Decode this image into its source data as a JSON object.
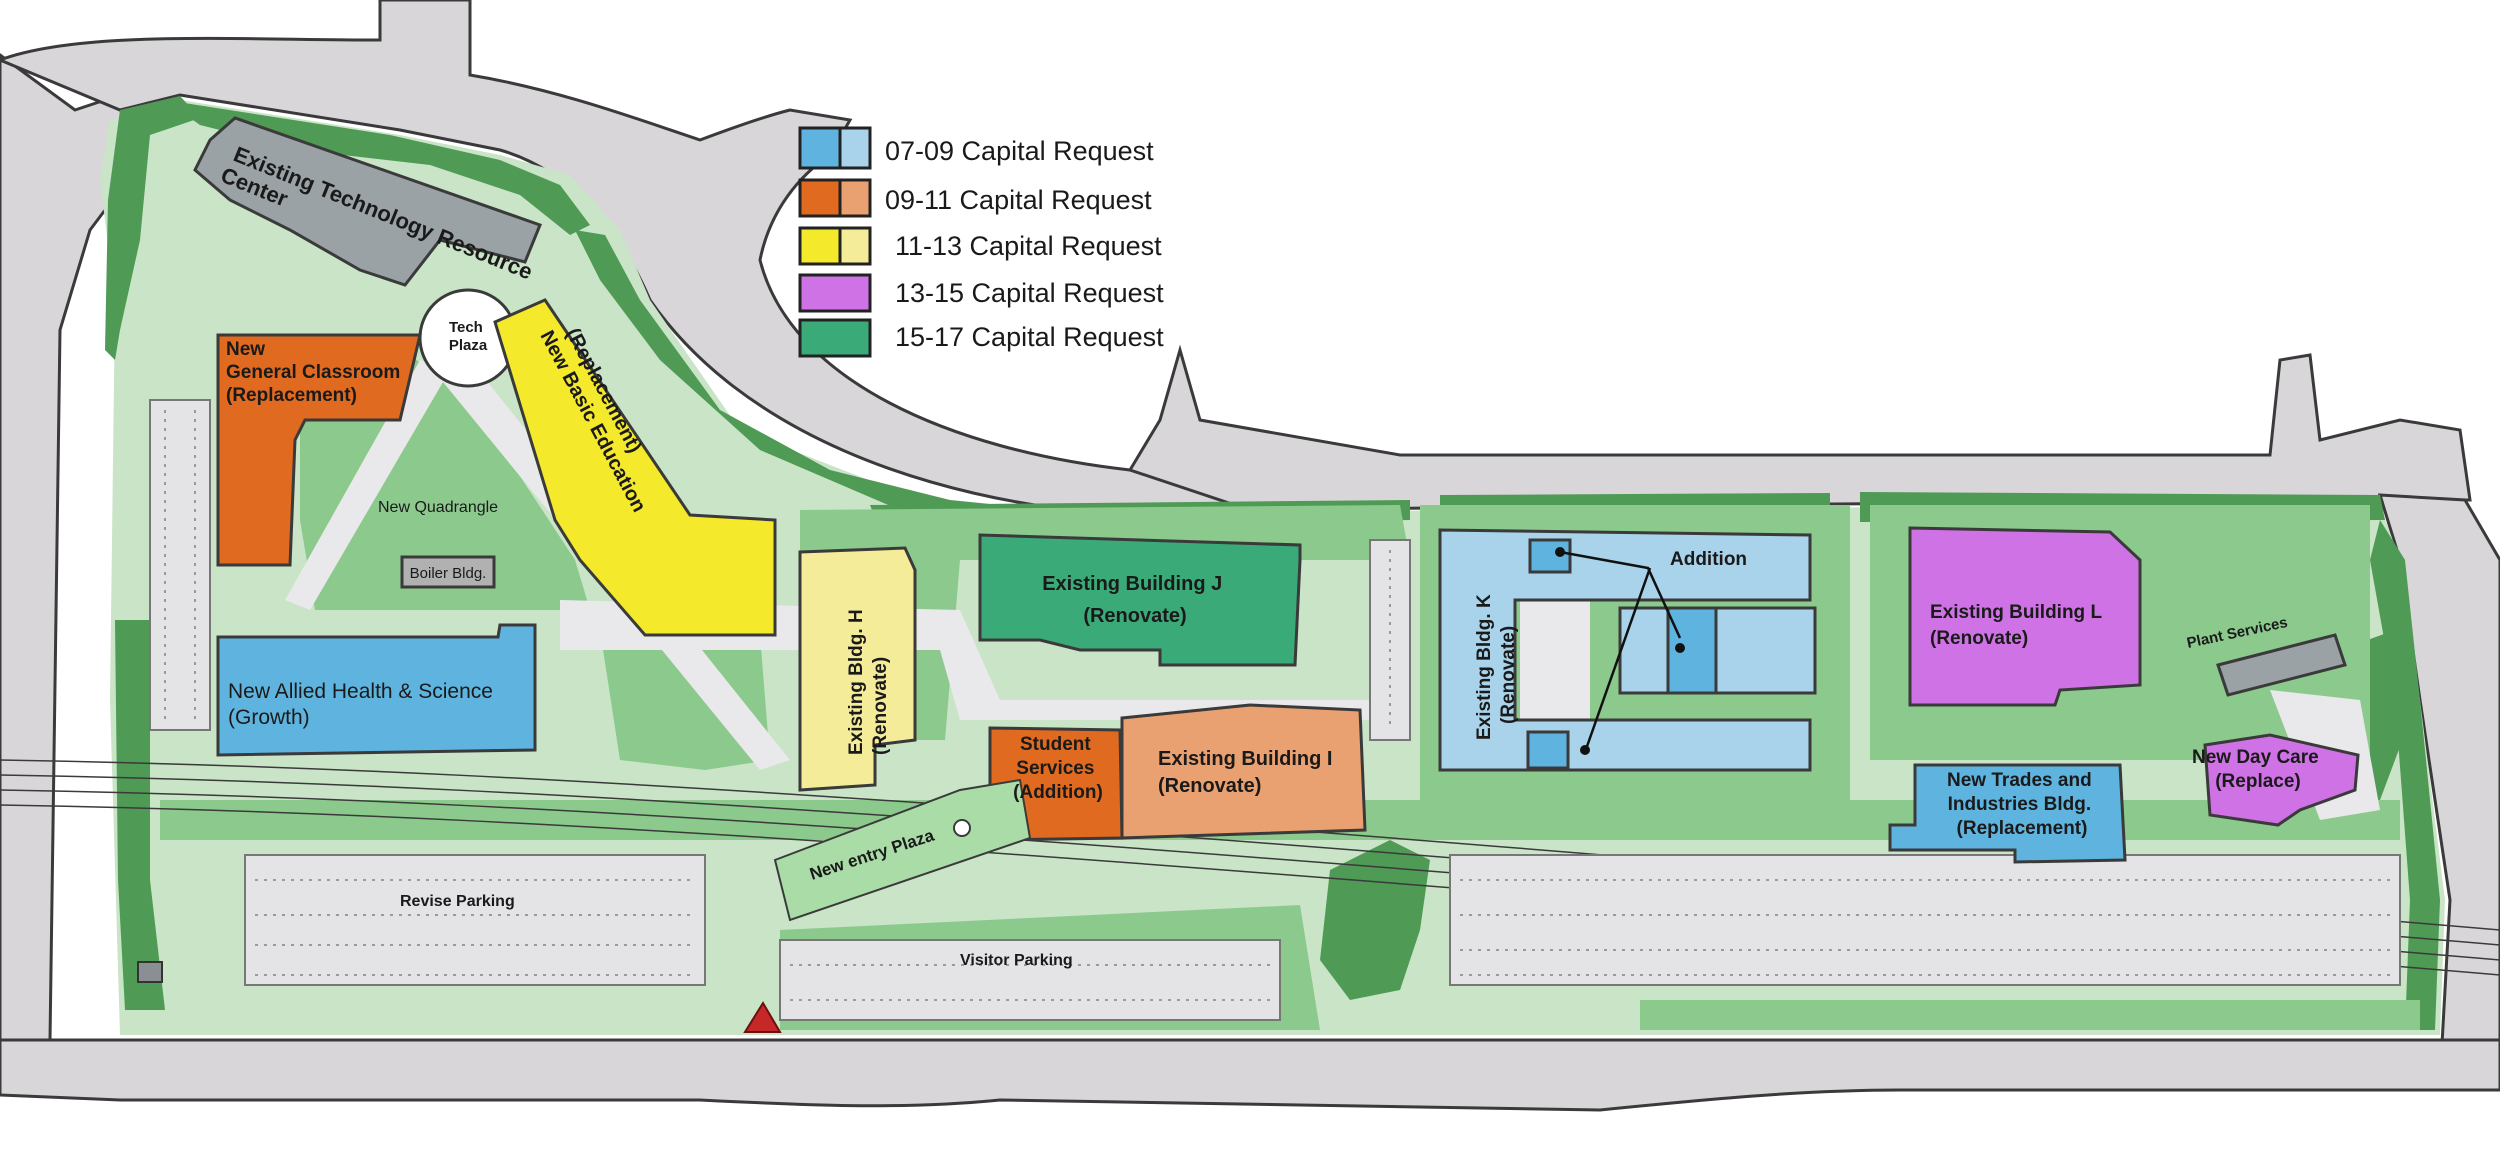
{
  "legend": [
    {
      "label": "07-09 Capital Request",
      "color": "#5fb4df",
      "color_light": "#a9d3ea"
    },
    {
      "label": "09-11 Capital Request",
      "color": "#e06a1f",
      "color_light": "#e9a172"
    },
    {
      "label": "11-13 Capital Request",
      "color": "#f4e92a",
      "color_light": "#f5ec9a"
    },
    {
      "label": "13-15 Capital Request",
      "color": "#cf72e6",
      "color_light": "#cf72e6"
    },
    {
      "label": "15-17 Capital Request",
      "color": "#3aaa78",
      "color_light": "#3aaa78"
    }
  ],
  "buildings": {
    "technology_center": {
      "line1": "Existing Technology Resource",
      "line2": "Center"
    },
    "tech_plaza": {
      "line1": "Tech",
      "line2": "Plaza"
    },
    "general_classroom": {
      "line1": "New",
      "line2": "General Classroom",
      "line3": "(Replacement)"
    },
    "basic_education": {
      "line1": "New Basic Education",
      "line2": "(Replacement)"
    },
    "quadrangle": "New Quadrangle",
    "boiler": "Boiler Bldg.",
    "allied_health": {
      "line1": "New Allied Health & Science",
      "line2": "(Growth)"
    },
    "building_h": {
      "line1": "Existing Bldg. H",
      "line2": "(Renovate)"
    },
    "building_j": {
      "line1": "Existing Building J",
      "line2": "(Renovate)"
    },
    "student_services": {
      "line1": "Student",
      "line2": "Services",
      "line3": "(Addition)"
    },
    "building_i": {
      "line1": "Existing Building I",
      "line2": "(Renovate)"
    },
    "building_k": {
      "line1": "Existing Bldg. K",
      "line2": "(Renovate)"
    },
    "addition": "Addition",
    "building_l": {
      "line1": "Existing Building L",
      "line2": "(Renovate)"
    },
    "plant_services": "Plant Services",
    "day_care": {
      "line1": "New Day Care",
      "line2": "(Replace)"
    },
    "trades": {
      "line1": "New Trades and",
      "line2": "Industries Bldg.",
      "line3": "(Replacement)"
    },
    "entry_plaza": "New entry Plaza",
    "revise_parking": "Revise Parking",
    "visitor_parking": "Visitor Parking"
  }
}
